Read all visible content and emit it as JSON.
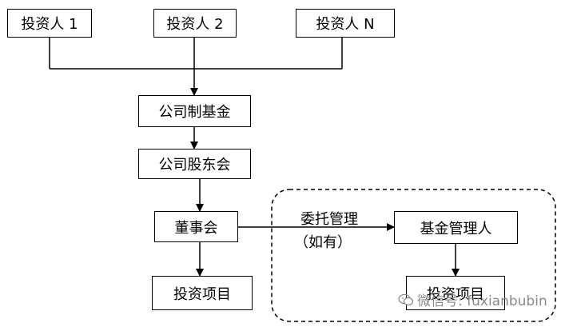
{
  "investors": [
    "投资人 1",
    "投资人 2",
    "投资人 N"
  ],
  "fund": "公司制基金",
  "shareholders": "公司股东会",
  "board": "董事会",
  "investment_left": "投资项目",
  "delegation": {
    "line1": "委托管理",
    "line2": "（如有）"
  },
  "manager": "基金管理人",
  "investment_right": "投资项目",
  "watermark": {
    "icon": "wechat-icon",
    "text": "微信号: fuxianbubin"
  }
}
